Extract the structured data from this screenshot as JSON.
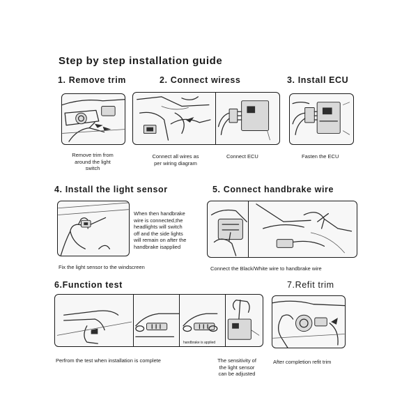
{
  "title": "Step by step installation guide",
  "steps": {
    "s1": {
      "title": "1. Remove trim",
      "caption": [
        "Remove trim from",
        "around the light",
        "switch"
      ]
    },
    "s2": {
      "title": "2. Connect wiress",
      "caption_a": [
        "Connect all wires as",
        "per wiring diagram"
      ],
      "caption_b": "Connect ECU"
    },
    "s3": {
      "title": "3. Install ECU",
      "caption": "Fasten the ECU"
    },
    "s4": {
      "title": "4. Install the light sensor",
      "note": [
        "When then handbrake",
        "wire is connected,the",
        "headlights will switch",
        "off and the side lights",
        "will remain on after the",
        "handbrake isapplied"
      ],
      "caption": "Fix the light sensor to the windscreen"
    },
    "s5": {
      "title": "5. Connect handbrake wire",
      "caption": "Connect the Black/White wire to handbrake wire"
    },
    "s6": {
      "title": "6.Function test",
      "caption_a": "Perfrom the test when installation is complete",
      "caption_b": [
        "The sensitivity of",
        "the light sensor",
        "can be adjusted"
      ],
      "in_image_label": "handbrake is applied"
    },
    "s7": {
      "title": "7.Refit trim",
      "caption": "After completion refit trim"
    }
  },
  "icons": [
    "dashboard-illustration",
    "wiring-illustration",
    "ecu-box-illustration",
    "hand-sensor-illustration",
    "handbrake-illustration",
    "car-front-illustration",
    "hand-illustration"
  ]
}
